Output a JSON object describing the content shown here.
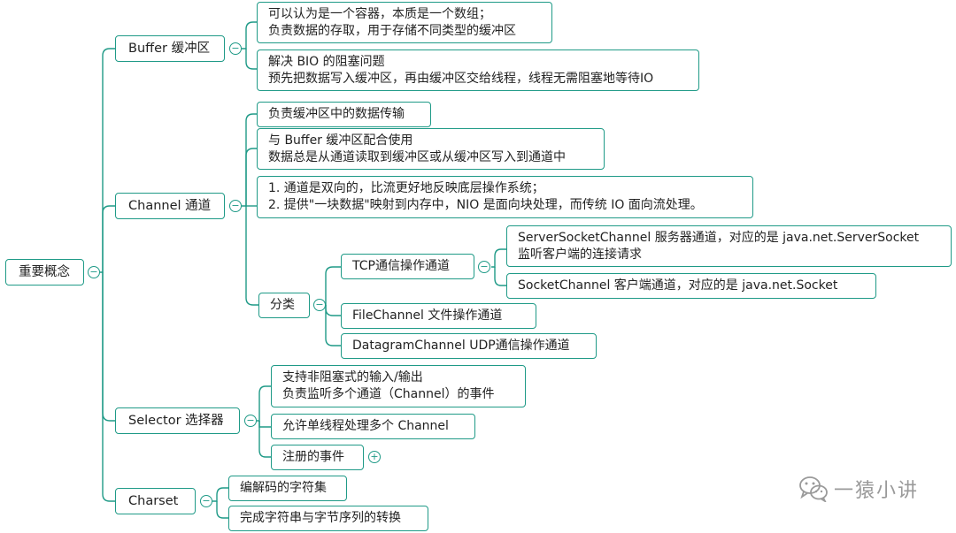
{
  "root": {
    "label": "重要概念"
  },
  "buffer": {
    "label": "Buffer 缓冲区",
    "children": [
      [
        "可以认为是一个容器，本质是一个数组；",
        "负责数据的存取，用于存储不同类型的缓冲区"
      ],
      [
        "解决 BIO 的阻塞问题",
        "预先把数据写入缓冲区，再由缓冲区交给线程，线程无需阻塞地等待IO"
      ]
    ]
  },
  "channel": {
    "label": "Channel 通道",
    "children": [
      [
        "负责缓冲区中的数据传输"
      ],
      [
        "与 Buffer 缓冲区配合使用",
        "数据总是从通道读取到缓冲区或从缓冲区写入到通道中"
      ],
      [
        "1. 通道是双向的，比流更好地反映底层操作系统；",
        "2. 提供\"一块数据\"映射到内存中，NIO 是面向块处理，而传统 IO 面向流处理。"
      ]
    ],
    "category": {
      "label": "分类",
      "tcp": {
        "label": "TCP通信操作通道",
        "children": [
          [
            "ServerSocketChannel 服务器通道，对应的是 java.net.ServerSocket",
            "监听客户端的连接请求"
          ],
          [
            "SocketChannel 客户端通道，对应的是 java.net.Socket"
          ]
        ]
      },
      "file": "FileChannel 文件操作通道",
      "datagram": "DatagramChannel UDP通信操作通道"
    }
  },
  "selector": {
    "label": "Selector 选择器",
    "children": [
      [
        "支持非阻塞式的输入/输出",
        "负责监听多个通道（Channel）的事件"
      ],
      [
        "允许单线程处理多个 Channel"
      ],
      [
        "注册的事件"
      ]
    ]
  },
  "charset": {
    "label": "Charset",
    "children": [
      [
        "编解码的字符集"
      ],
      [
        "完成字符串与字节序列的转换"
      ]
    ]
  },
  "toggles": {
    "collapse": "−",
    "expand": "+"
  },
  "watermark": {
    "text": "一猿小讲",
    "icon": "wechat-icon"
  },
  "colors": {
    "line": "#1f9a87",
    "text": "#222222",
    "watermark": "#9a9a9a"
  }
}
